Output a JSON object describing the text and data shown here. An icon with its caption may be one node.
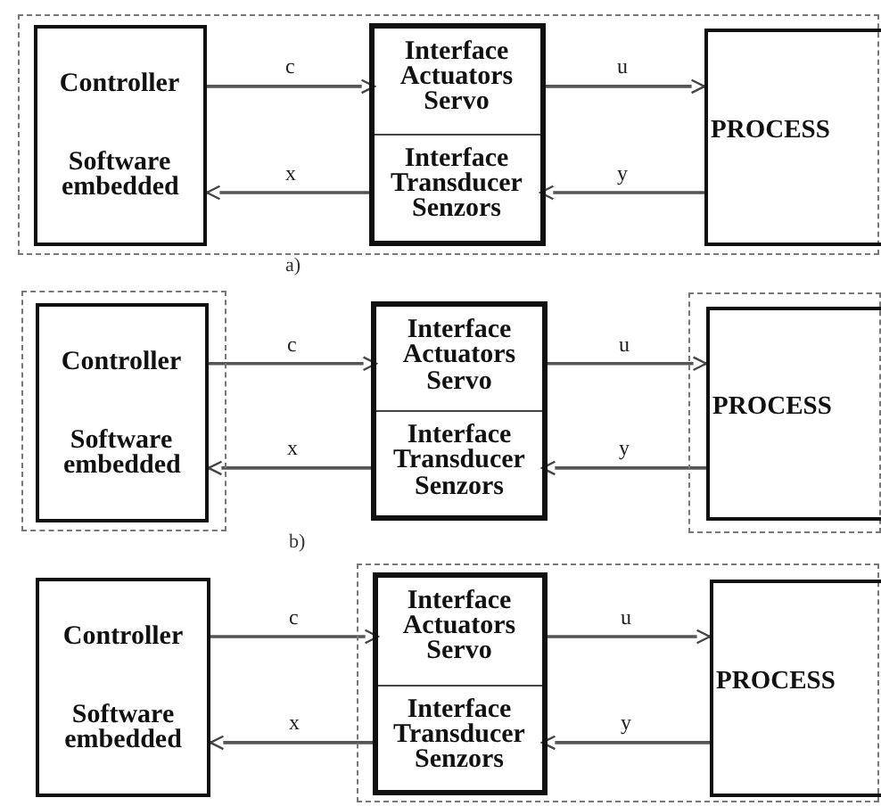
{
  "diagram": {
    "nodes": [
      {
        "text": [],
        "shape": "box",
        "beside": [
          "a)"
        ]
      },
      {
        "text": [
          "Controller",
          "Software embedded"
        ],
        "in": 0
      },
      {
        "text": [],
        "shape": "box",
        "in": 0
      },
      {
        "text": [
          "Interface Actuators Servo"
        ],
        "in": 2
      },
      {
        "text": [
          "Interface Transducer Senzors"
        ],
        "in": 2
      },
      {
        "text": [
          "PROCESS"
        ],
        "in": 0
      },
      {
        "text": [],
        "shape": "box",
        "beside": [
          "b)"
        ]
      },
      {
        "text": [
          "Controller",
          "Software embedded"
        ],
        "in": 6
      },
      {
        "text": [],
        "shape": "box"
      },
      {
        "text": [
          "Interface Actuators Servo"
        ],
        "in": 8
      },
      {
        "text": [
          "Interface Transducer Senzors"
        ],
        "in": 8
      },
      {
        "text": [],
        "shape": "box"
      },
      {
        "text": [
          "PROCESS"
        ],
        "in": 11
      },
      {
        "text": [
          "Controller",
          "Software embedded"
        ]
      },
      {
        "text": [],
        "shape": "box"
      },
      {
        "text": [],
        "shape": "box",
        "in": 14
      },
      {
        "text": [
          "Interface Actuators Servo"
        ],
        "in": 15
      },
      {
        "text": [
          "Interface Transducer Senzors"
        ],
        "in": 15
      },
      {
        "text": [
          "PROCESS"
        ],
        "in": 14
      }
    ],
    "edges": [
      {
        "from": 1,
        "to": 3,
        "arrow": "to",
        "label": "c"
      },
      {
        "from": 3,
        "to": 5,
        "arrow": "to",
        "label": "u"
      },
      {
        "from": 5,
        "to": 4,
        "arrow": "to",
        "label": "y"
      },
      {
        "from": 4,
        "to": 1,
        "arrow": "to",
        "label": "x"
      },
      {
        "from": 7,
        "to": 9,
        "arrow": "to",
        "label": "c"
      },
      {
        "from": 9,
        "to": 12,
        "arrow": "to",
        "label": "u"
      },
      {
        "from": 12,
        "to": 10,
        "arrow": "to",
        "label": "y"
      },
      {
        "from": 10,
        "to": 7,
        "arrow": "to",
        "label": "x"
      },
      {
        "from": 13,
        "to": 16,
        "arrow": "to",
        "label": "c"
      },
      {
        "from": 16,
        "to": 18,
        "arrow": "to",
        "label": "u"
      },
      {
        "from": 18,
        "to": 17,
        "arrow": "to",
        "label": "y"
      },
      {
        "from": 17,
        "to": 13,
        "arrow": "to",
        "label": "x"
      }
    ]
  }
}
